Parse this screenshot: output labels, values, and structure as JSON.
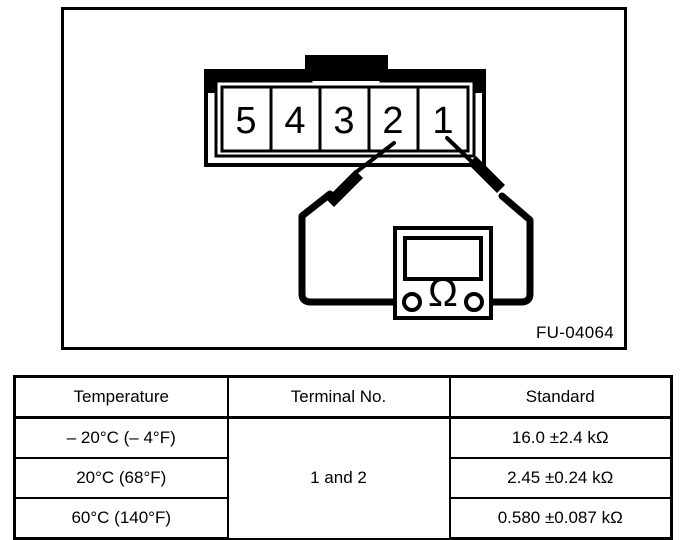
{
  "figure": {
    "reference_label": "FU-04064",
    "connector": {
      "name": "5-pin-connector",
      "terminal_labels": [
        "5",
        "4",
        "3",
        "2",
        "1"
      ]
    },
    "meter": {
      "name": "ohmmeter",
      "symbol": "Ω"
    },
    "probes": [
      {
        "name": "probe-left",
        "connects_to_terminal": "2"
      },
      {
        "name": "probe-right",
        "connects_to_terminal": "1"
      }
    ],
    "colors": {
      "line": "#000000",
      "background": "#ffffff"
    }
  },
  "table": {
    "headers": [
      "Temperature",
      "Terminal No.",
      "Standard"
    ],
    "terminal_value": "1 and 2",
    "rows": [
      {
        "temperature": "– 20°C (– 4°F)",
        "standard": "16.0 ±2.4 kΩ"
      },
      {
        "temperature": "20°C (68°F)",
        "standard": "2.45 ±0.24 kΩ"
      },
      {
        "temperature": "60°C (140°F)",
        "standard": "0.580 ±0.087 kΩ"
      }
    ]
  }
}
